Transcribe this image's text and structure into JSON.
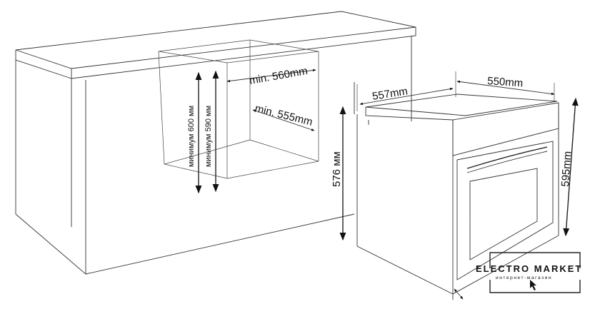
{
  "dimensions": {
    "niche_width": "min. 560mm",
    "niche_depth": "min. 555mm",
    "niche_height_600": "минимум 600 мм",
    "niche_height_590": "минимум 590 мм",
    "oven_depth": "557mm",
    "oven_width": "550mm",
    "oven_height_front": "595mm",
    "oven_height_side": "576 мм"
  },
  "logo": {
    "title": "ELECTRO MARKET",
    "subtitle": "интернет-магазин",
    "icon": "cursor-arrow-icon"
  },
  "colors": {
    "line": "#333333",
    "background": "#ffffff"
  }
}
